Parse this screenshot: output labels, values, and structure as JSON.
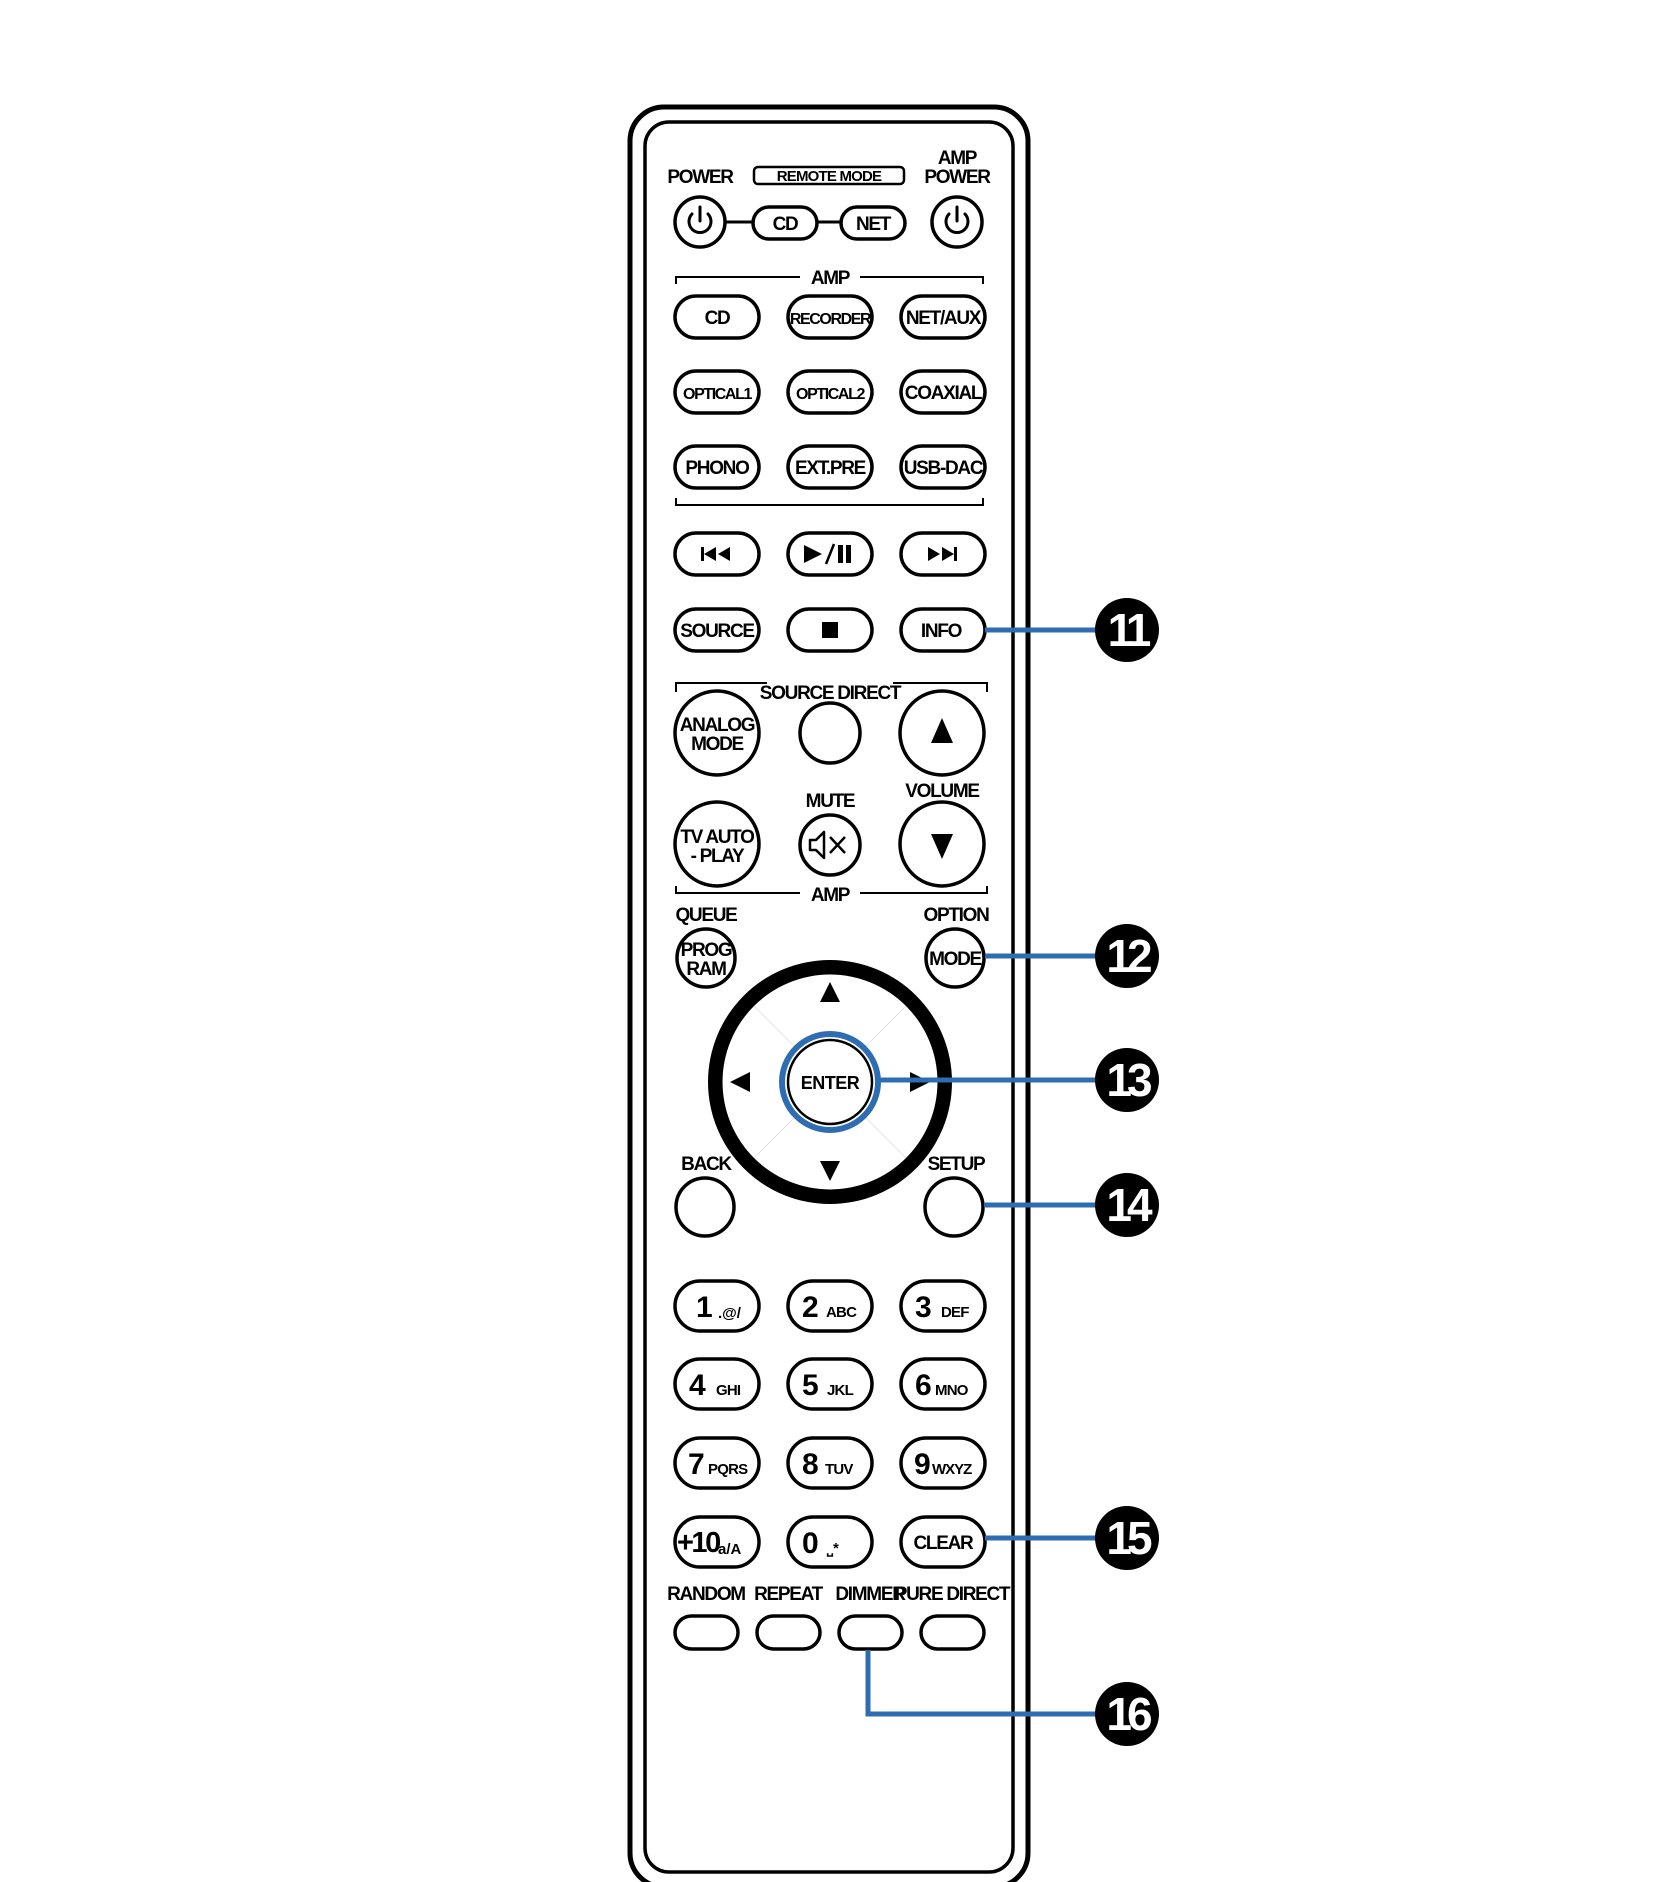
{
  "remote": {
    "power_label": "POWER",
    "remote_mode_label": "REMOTE MODE",
    "amp_power_label_1": "AMP",
    "amp_power_label_2": "POWER",
    "mode_cd": "CD",
    "mode_net": "NET",
    "amp_group_label": "AMP",
    "source_direct_label": "SOURCE DIRECT",
    "mute_label": "MUTE",
    "volume_label": "VOLUME",
    "queue_label": "QUEUE",
    "option_label": "OPTION",
    "back_label": "BACK",
    "setup_label": "SETUP",
    "enter": "ENTER"
  },
  "inputs": {
    "cd": "CD",
    "recorder": "RECORDER",
    "net_aux": "NET/AUX",
    "optical1": "OPTICAL1",
    "optical2": "OPTICAL2",
    "coaxial": "COAXIAL",
    "phono": "PHONO",
    "ext_pre": "EXT.PRE",
    "usb_dac": "USB-DAC"
  },
  "controls": {
    "source": "SOURCE",
    "info": "INFO",
    "analog_1": "ANALOG",
    "analog_2": "MODE",
    "tv_1": "TV AUTO",
    "tv_2": "- PLAY",
    "prog_1": "PROG",
    "prog_2": "RAM",
    "mode": "MODE"
  },
  "numpad": [
    {
      "d": "1",
      "s": ".@/"
    },
    {
      "d": "2",
      "s": "ABC"
    },
    {
      "d": "3",
      "s": "DEF"
    },
    {
      "d": "4",
      "s": "GHI"
    },
    {
      "d": "5",
      "s": "JKL"
    },
    {
      "d": "6",
      "s": "MNO"
    },
    {
      "d": "7",
      "s": "PQRS"
    },
    {
      "d": "8",
      "s": "TUV"
    },
    {
      "d": "9",
      "s": "WXYZ"
    },
    {
      "d": "+10",
      "s": "a/A"
    },
    {
      "d": "0",
      "s": "⎵*"
    },
    {
      "d": "CLEAR",
      "s": ""
    }
  ],
  "bottom_labels": [
    "RANDOM",
    "REPEAT",
    "DIMMER",
    "PURE DIRECT"
  ],
  "callouts": [
    "11",
    "12",
    "13",
    "14",
    "15",
    "16"
  ],
  "colors": {
    "callout_line": "#2f6db3",
    "ink": "#000000",
    "paper": "#ffffff"
  }
}
